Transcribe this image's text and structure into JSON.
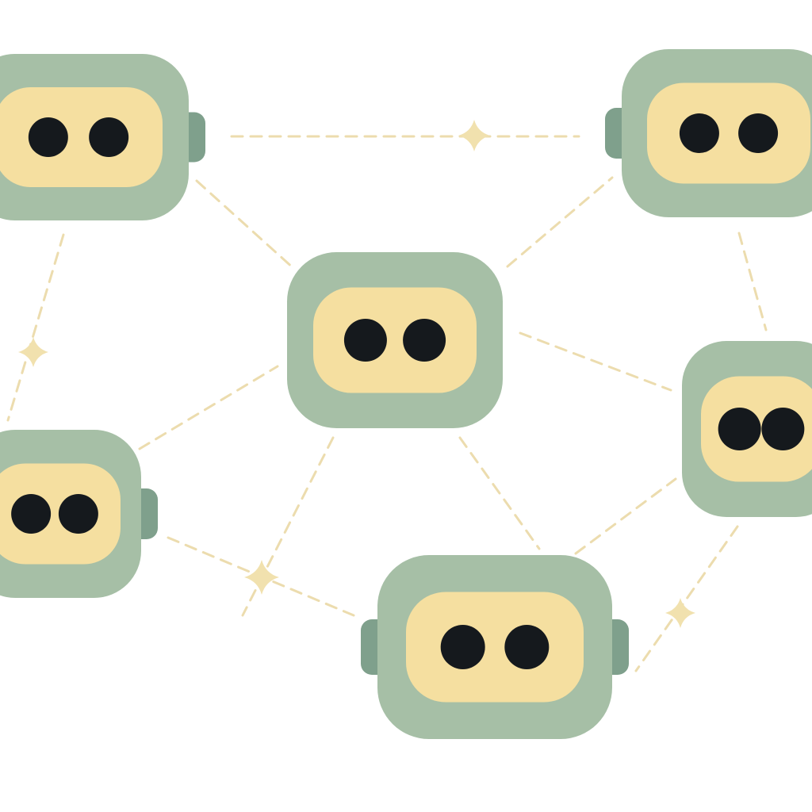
{
  "colors": {
    "background": "#ffffff",
    "head": "#a6bfa6",
    "ear": "#7fa08c",
    "visor": "#f5dfa0",
    "eye": "#15191d",
    "link": "#ecdcae",
    "sparkle": "#f1e1ae"
  },
  "robots": [
    {
      "id": "robot-top-left",
      "icon": "robot-head-icon",
      "ear": "right"
    },
    {
      "id": "robot-top-right",
      "icon": "robot-head-icon",
      "ear": "left"
    },
    {
      "id": "robot-center",
      "icon": "robot-head-icon",
      "ear": "none"
    },
    {
      "id": "robot-right",
      "icon": "robot-head-icon",
      "ear": "none"
    },
    {
      "id": "robot-bottom-left",
      "icon": "robot-head-icon",
      "ear": "right"
    },
    {
      "id": "robot-bottom",
      "icon": "robot-head-icon",
      "ear": "both"
    }
  ],
  "sparkles": [
    "sparkle-icon",
    "sparkle-icon",
    "sparkle-icon",
    "sparkle-icon"
  ]
}
